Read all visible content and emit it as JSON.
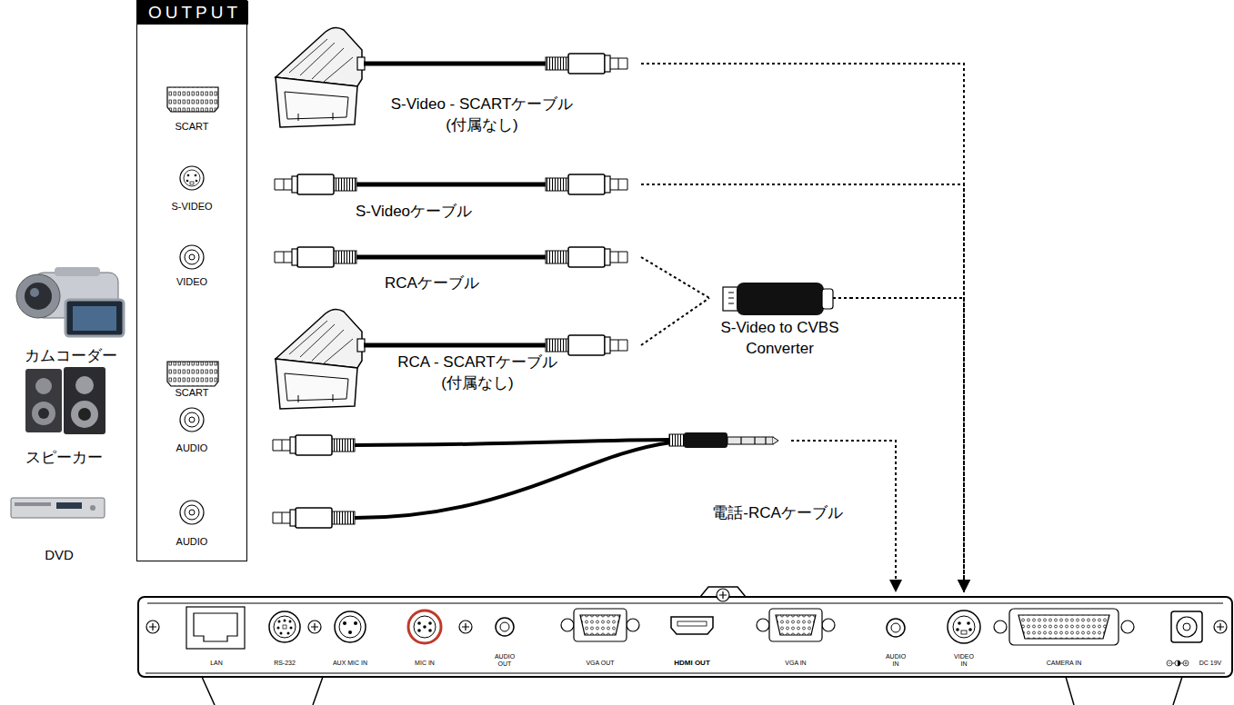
{
  "diagram": {
    "nodes": [
      {
        "text": [
          "OUTPUT"
        ]
      },
      {
        "text": [
          "S-Video - SCARTケーブル",
          "(付属なし)"
        ]
      },
      {
        "text": [
          "S-Videoケーブル"
        ]
      },
      {
        "text": [
          "RCAケーブル"
        ]
      },
      {
        "text": [
          "RCA - SCARTケーブル",
          "(付属なし)"
        ]
      },
      {
        "text": [
          "S-Video to CVBS Converter"
        ]
      },
      {
        "text": [
          "電話-RCAケーブル"
        ]
      },
      {
        "text": [
          "AUDIO IN"
        ]
      },
      {
        "text": [
          "VIDEO IN"
        ]
      }
    ],
    "edges": [
      {
        "from": 1,
        "to": 8,
        "arrow": "to"
      },
      {
        "from": 2,
        "to": 8,
        "arrow": "to"
      },
      {
        "from": 3,
        "to": 5,
        "arrow": "none"
      },
      {
        "from": 4,
        "to": 5,
        "arrow": "none"
      },
      {
        "from": 5,
        "to": 8,
        "arrow": "to"
      },
      {
        "from": 6,
        "to": 7,
        "arrow": "to"
      }
    ],
    "labels": [
      "SCART",
      "S-VIDEO",
      "VIDEO",
      "SCART",
      "AUDIO",
      "AUDIO",
      "カムコーダー",
      "スピーカー",
      "DVD",
      "LAN",
      "RS-232",
      "AUX MIC IN",
      "MIC IN",
      "AUDIO OUT",
      "VGA OUT",
      "HDMI OUT",
      "VGA IN",
      "CAMERA IN",
      "DC 19V"
    ]
  }
}
